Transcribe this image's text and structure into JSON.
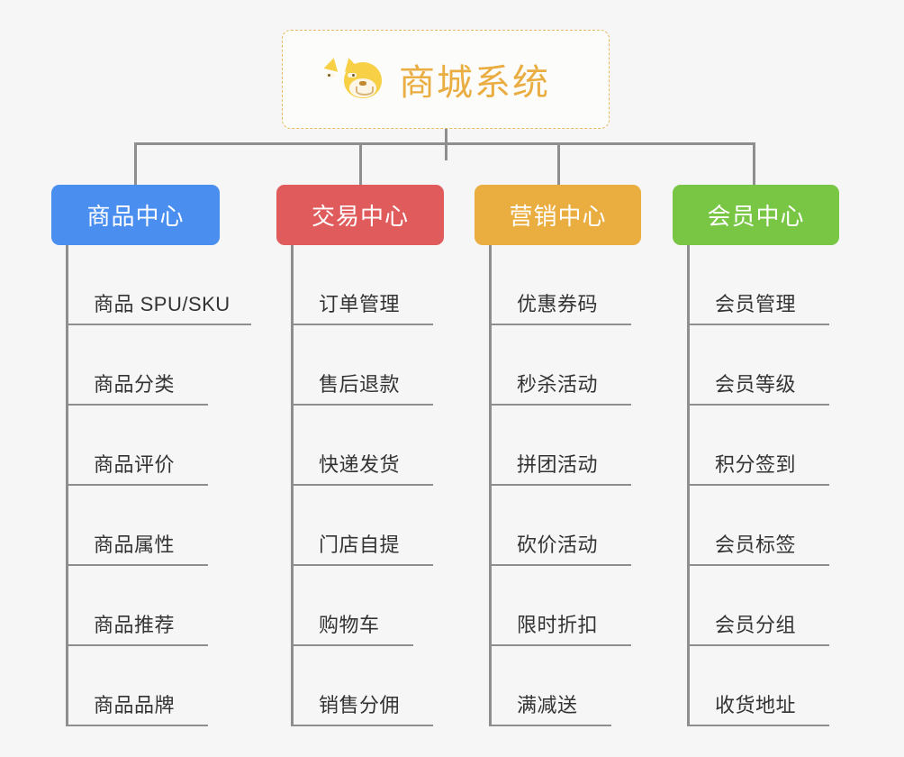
{
  "page": {
    "background_color": "#f6f6f6",
    "type": "mindmap"
  },
  "root": {
    "icon": "shiba-dog-face-icon",
    "title": "商城系统",
    "title_color": "#e9ad41",
    "border_color": "#e7b963",
    "background_color": "#fcfcfa"
  },
  "branches": [
    {
      "label": "商品中心",
      "color": "#4a8ef0",
      "leaves": [
        "商品 SPU/SKU",
        "商品分类",
        "商品评价",
        "商品属性",
        "商品推荐",
        "商品品牌"
      ]
    },
    {
      "label": "交易中心",
      "color": "#e05c5c",
      "leaves": [
        "订单管理",
        "售后退款",
        "快递发货",
        "门店自提",
        "购物车",
        "销售分佣"
      ]
    },
    {
      "label": "营销中心",
      "color": "#eaad3f",
      "leaves": [
        "优惠券码",
        "秒杀活动",
        "拼团活动",
        "砍价活动",
        "限时折扣",
        "满减送"
      ]
    },
    {
      "label": "会员中心",
      "color": "#78c644",
      "leaves": [
        "会员管理",
        "会员等级",
        "积分签到",
        "会员标签",
        "会员分组",
        "收货地址"
      ]
    }
  ],
  "connector": {
    "color": "#8e8e8e"
  }
}
